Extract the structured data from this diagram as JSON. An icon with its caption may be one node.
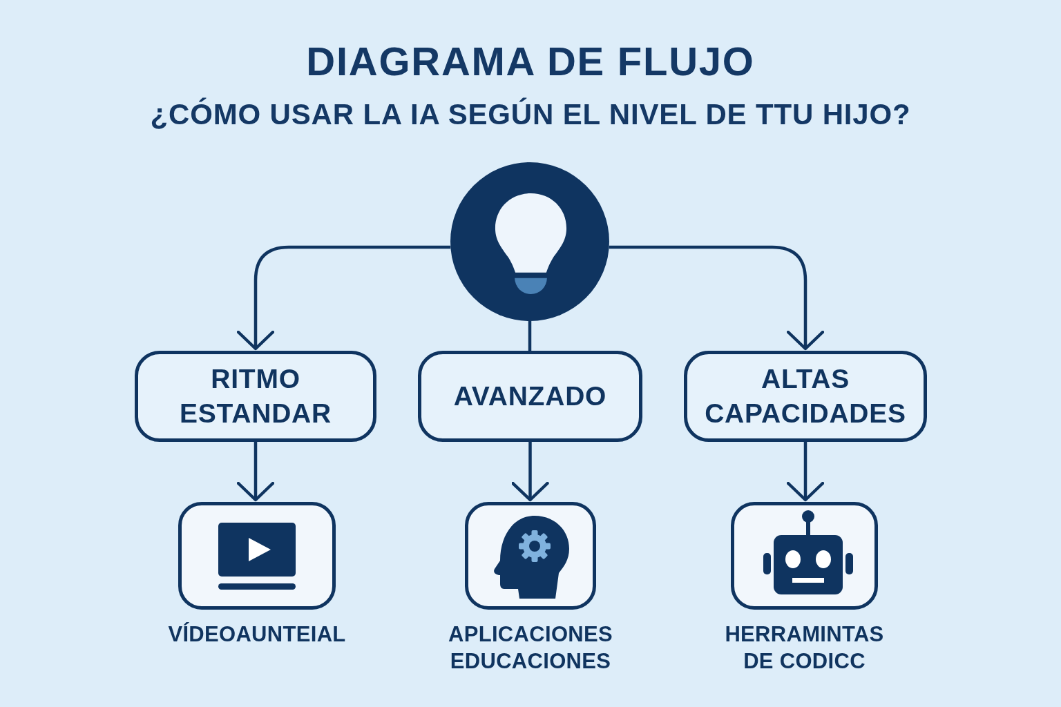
{
  "diagram": {
    "title": "DIAGRAMA DE FLUJO",
    "nodes": [
      {
        "text": [],
        "shape": "circle"
      },
      {
        "text": [
          "RITMO ESTANDAR"
        ]
      },
      {
        "text": [
          "AVANZADO"
        ]
      },
      {
        "text": [
          "ALTAS CAPACIDADES"
        ]
      },
      {
        "text": [],
        "shape": "picture",
        "beside": [
          "VÍDEOAUNTEIAL"
        ]
      },
      {
        "text": [],
        "shape": "picture",
        "beside": [
          "APLICACIONES EDUCACIONES"
        ]
      },
      {
        "text": [],
        "shape": "picture",
        "beside": [
          "HERRAMINTAS DE CODICC"
        ]
      }
    ],
    "edges": [
      {
        "from": 0,
        "to": 1,
        "arrow": "to"
      },
      {
        "from": 0,
        "to": 2,
        "arrow": "none"
      },
      {
        "from": 0,
        "to": 3,
        "arrow": "to"
      },
      {
        "from": 1,
        "to": 4,
        "arrow": "to"
      },
      {
        "from": 2,
        "to": 5,
        "arrow": "to"
      },
      {
        "from": 3,
        "to": 6,
        "arrow": "to"
      }
    ],
    "labels": [
      "¿CÓMO USAR LA IA SEGÚN EL NIVEL DE TTU HIJO?"
    ]
  }
}
